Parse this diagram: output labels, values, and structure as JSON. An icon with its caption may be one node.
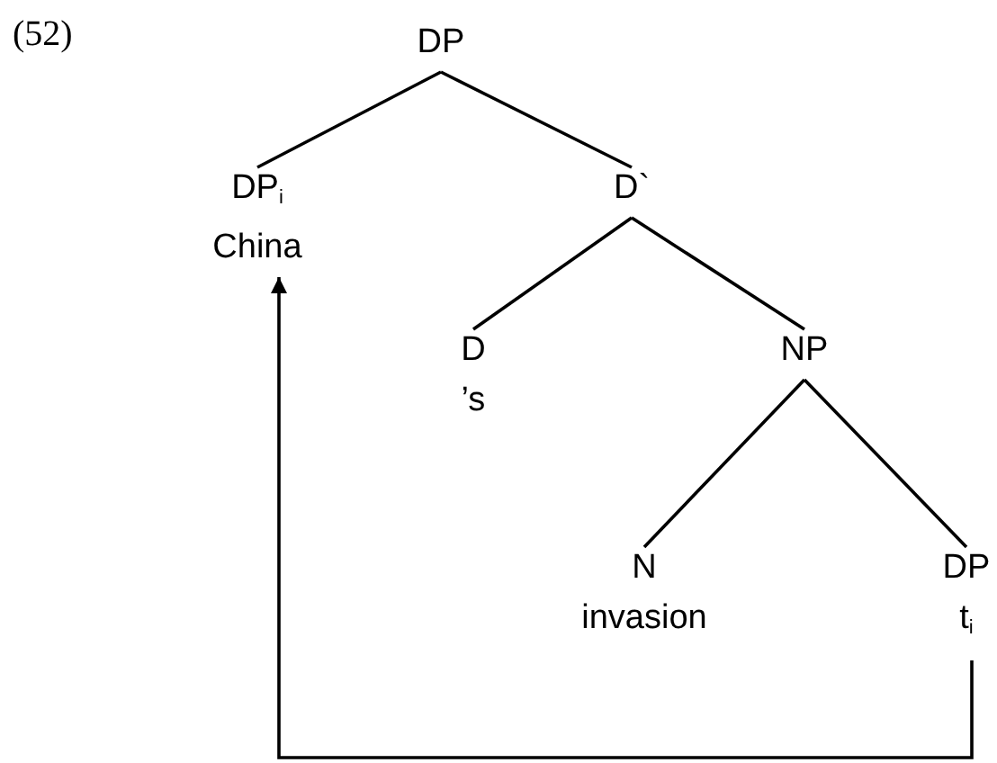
{
  "diagram": {
    "nodes": [
      {
        "text": [
          "DP"
        ]
      },
      {
        "text": [
          "DP$_{i}$",
          "China"
        ]
      },
      {
        "text": [
          "D`"
        ]
      },
      {
        "text": [
          "D",
          "’s"
        ]
      },
      {
        "text": [
          "NP"
        ]
      },
      {
        "text": [
          "N",
          "invasion"
        ]
      },
      {
        "text": [
          "DP",
          "t$_{i}$"
        ]
      }
    ],
    "edges": [
      {
        "from": 0,
        "to": 1,
        "arrow": "none"
      },
      {
        "from": 0,
        "to": 2,
        "arrow": "none"
      },
      {
        "from": 2,
        "to": 3,
        "arrow": "none"
      },
      {
        "from": 2,
        "to": 4,
        "arrow": "none"
      },
      {
        "from": 4,
        "to": 5,
        "arrow": "none"
      },
      {
        "from": 4,
        "to": 6,
        "arrow": "none"
      },
      {
        "from": 6,
        "to": 1,
        "arrow": "to"
      }
    ],
    "labels": [
      "(52)"
    ]
  }
}
